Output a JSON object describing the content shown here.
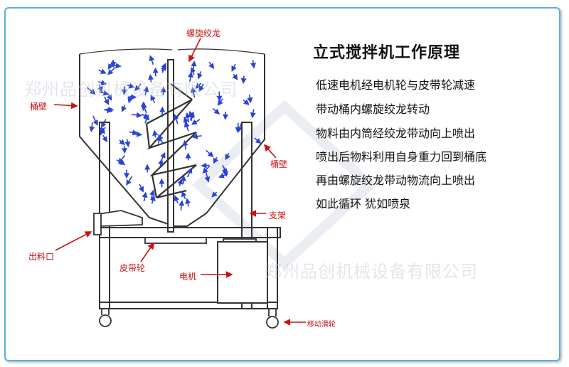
{
  "title": "立式搅拌机工作原理",
  "description": [
    "低速电机经电机轮与皮带轮减速",
    "带动桶内螺旋绞龙转动",
    "物料由内筒经绞龙带动向上喷出",
    "喷出后物料利用自身重力回到桶底",
    "再由螺旋绞龙带动物流向上喷出",
    "如此循环 犹如喷泉"
  ],
  "labels": {
    "screw_auger": "螺旋绞龙",
    "barrel_wall_left": "桶壁",
    "barrel_wall_right": "桶壁",
    "bracket": "支架",
    "outlet": "出料口",
    "pulley": "皮带轮",
    "motor": "电机",
    "caster": "移动滑轮"
  },
  "watermark": "郑州品创机械设备有限公司",
  "colors": {
    "border": "#57b0df",
    "label": "#cc1111",
    "flow_arrow": "#2a43d6",
    "outline": "#333333"
  }
}
